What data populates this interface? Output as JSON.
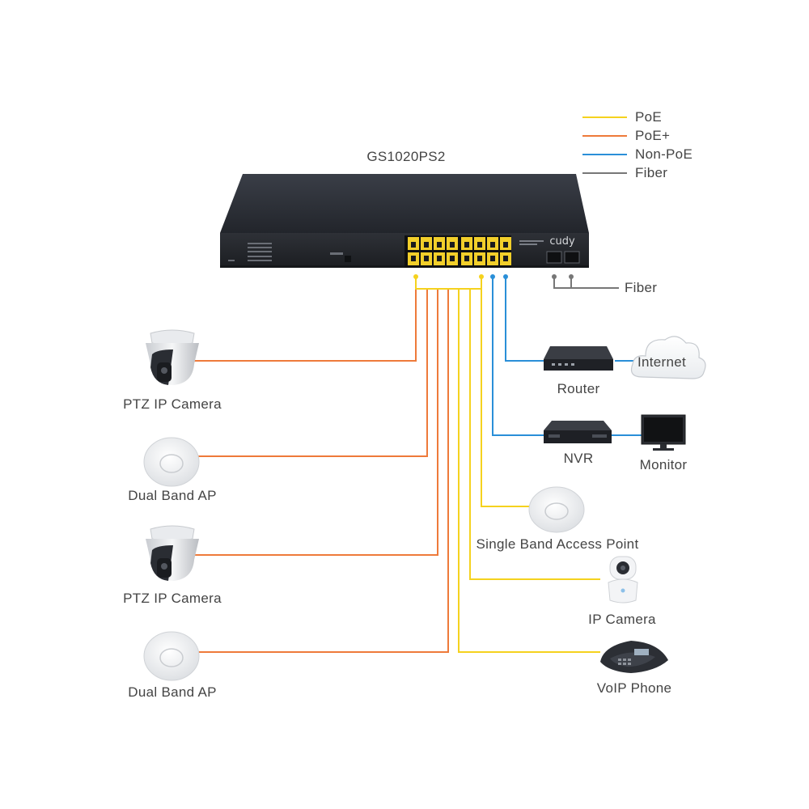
{
  "switch": {
    "model": "GS1020PS2",
    "brand": "cudy"
  },
  "legend": [
    {
      "label": "PoE",
      "color": "#f5d21e"
    },
    {
      "label": "PoE+",
      "color": "#ee7a3a"
    },
    {
      "label": "Non-PoE",
      "color": "#2a8fd8"
    },
    {
      "label": "Fiber",
      "color": "#777777"
    }
  ],
  "fiber_label": "Fiber",
  "devices": {
    "ptz_camera_1": "PTZ IP Camera",
    "dual_band_ap_1": "Dual Band AP",
    "ptz_camera_2": "PTZ IP Camera",
    "dual_band_ap_2": "Dual Band AP",
    "router": "Router",
    "internet": "Internet",
    "nvr": "NVR",
    "monitor": "Monitor",
    "single_band_ap": "Single Band Access Point",
    "ip_camera": "IP Camera",
    "voip_phone": "VoIP Phone"
  }
}
